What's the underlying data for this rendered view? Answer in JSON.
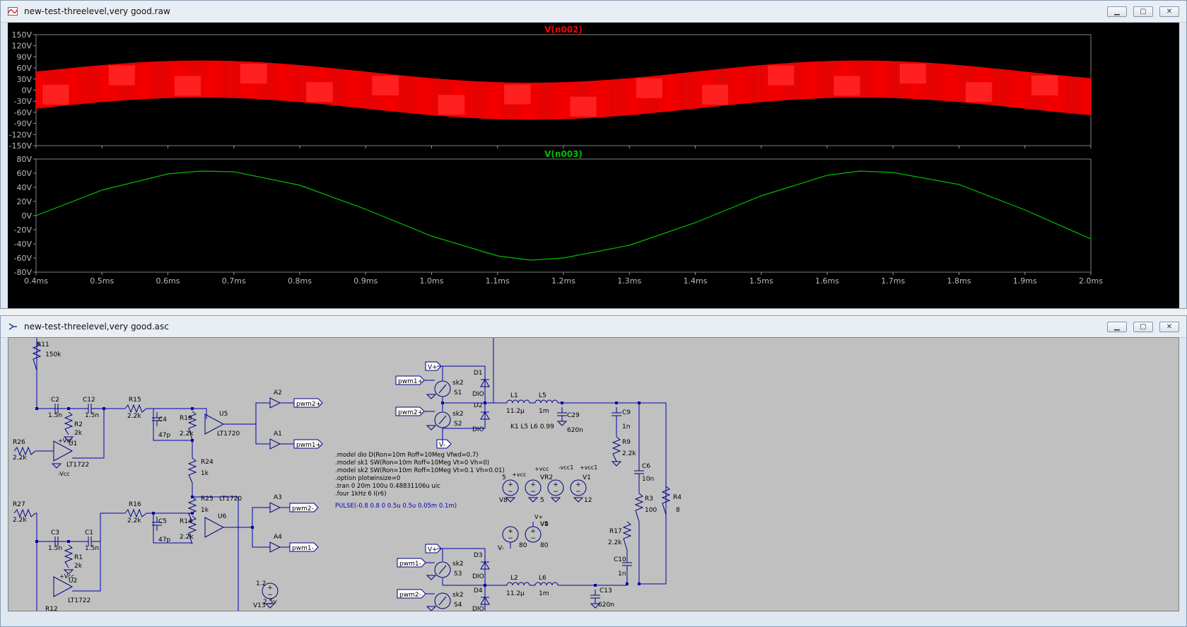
{
  "plot_window": {
    "title": "new-test-threelevel,very good.raw",
    "controls": [
      "minimize-icon",
      "maximize-icon",
      "close-icon"
    ],
    "panes": [
      {
        "trace_name": "V(n002)",
        "color": "#ff0000",
        "y_ticks": [
          "150V",
          "120V",
          "90V",
          "60V",
          "30V",
          "0V",
          "-30V",
          "-60V",
          "-90V",
          "-120V",
          "-150V"
        ]
      },
      {
        "trace_name": "V(n003)",
        "color": "#00c000",
        "y_ticks": [
          "80V",
          "60V",
          "40V",
          "20V",
          "0V",
          "-20V",
          "-40V",
          "-60V",
          "-80V"
        ]
      }
    ],
    "x_ticks": [
      "0.4ms",
      "0.5ms",
      "0.6ms",
      "0.7ms",
      "0.8ms",
      "0.9ms",
      "1.0ms",
      "1.1ms",
      "1.2ms",
      "1.3ms",
      "1.4ms",
      "1.5ms",
      "1.6ms",
      "1.7ms",
      "1.8ms",
      "1.9ms",
      "2.0ms"
    ]
  },
  "chart_data": [
    {
      "type": "line",
      "title": "V(n002)",
      "xlabel": "",
      "ylabel": "",
      "xlim": [
        0.4,
        2.0
      ],
      "ylim": [
        -150,
        150
      ],
      "series": [
        {
          "name": "V(n002)",
          "note": "three-level PWM switching between envelope bounds",
          "envelope_center_amplitude": 30,
          "envelope_half_width": 50,
          "period_ms": 1.0
        }
      ]
    },
    {
      "type": "line",
      "title": "V(n003)",
      "xlabel": "",
      "ylabel": "",
      "xlim": [
        0.4,
        2.0
      ],
      "ylim": [
        -80,
        80
      ],
      "series": [
        {
          "name": "V(n003)",
          "x": [
            0.4,
            0.5,
            0.6,
            0.65,
            0.7,
            0.8,
            0.9,
            1.0,
            1.1,
            1.15,
            1.2,
            1.3,
            1.4,
            1.5,
            1.6,
            1.65,
            1.7,
            1.8,
            1.9,
            2.0
          ],
          "y": [
            0,
            36,
            59,
            63,
            62,
            43,
            9,
            -29,
            -57,
            -63,
            -60,
            -42,
            -10,
            28,
            57,
            63,
            61,
            44,
            8,
            -33
          ]
        }
      ]
    }
  ],
  "schematic_window": {
    "title": "new-test-threelevel,very good.asc",
    "controls": [
      "minimize-icon",
      "maximize-icon",
      "close-icon"
    ],
    "labels": {
      "r11": "R11",
      "r11v": "150k",
      "c2": "C2",
      "c2v": "1.5n",
      "c12": "C12",
      "c12v": "1.5n",
      "r15": "R15",
      "r15v": "2.2k",
      "c4": "C4",
      "c4v": "47p",
      "r10": "R10",
      "r10v": "2.2k",
      "u5": "U5",
      "u5t": "LT1720",
      "a2": "A2",
      "a1": "A1",
      "pwm2p": "pwm2+",
      "pwm1p": "pwm1+",
      "r2": "R2",
      "r2v": "2k",
      "u1": "U1",
      "u1t": "LT1722",
      "r26": "R26",
      "r26v": "2.2k",
      "r24": "R24",
      "r24v": "1k",
      "r25": "R25",
      "r25v": "1k",
      "r16": "R16",
      "r16v": "2.2k",
      "c5": "C5",
      "c5v": "47p",
      "r14": "R14",
      "r14v": "2.2k",
      "u6": "U6",
      "u6t": "LT1720",
      "a3": "A3",
      "a4": "A4",
      "pwm2m": "pwm2-",
      "pwm1m": "pwm1-",
      "r27": "R27",
      "r27v": "2.2k",
      "c3": "C3",
      "c3v": "1.5n",
      "c1": "C1",
      "c1v": "1.5n",
      "r1": "R1",
      "r1v": "2k",
      "u2": "U2",
      "u2t": "LT1722",
      "r12": "R12",
      "vcc": "+Vcc",
      "nvcc": "-Vcc",
      "v13": "V13",
      "v13a": "1.2",
      "v13b": "2.5v",
      "vplus": "V+",
      "vminus": "V-",
      "sk2": "sk2",
      "s1": "S1",
      "s2": "S2",
      "s3": "S3",
      "s4": "S4",
      "d1": "D1",
      "d2": "D2",
      "d3": "D3",
      "d4": "D4",
      "dio": "DIO",
      "l1": "L1",
      "l1v": "11.2µ",
      "l5": "L5",
      "l5v": "1m",
      "l2": "L2",
      "l2v": "11.2µ",
      "l6": "L6",
      "l6v": "1m",
      "c29": "C29",
      "c29v": "620n",
      "c13": "C13",
      "c13v": "620n",
      "k1": "K1  L5  L6  0.99",
      "c9": "C9",
      "c9v": "1n",
      "r9": "R9",
      "r9v": "2.2k",
      "c6": "C6",
      "c6v": "10n",
      "r3": "R3",
      "r3v": "100",
      "r4": "R4",
      "r4v": "8",
      "r17": "R17",
      "r17v": "2.2k",
      "c10": "C10",
      "c10v": "1n",
      "v8": "V8",
      "v8v": "5",
      "v2": "V2",
      "v2v": "5",
      "v1": "V1",
      "v1v": "12",
      "vcc1": "-vcc1",
      "pvcc1": "+vcc1",
      "pvcc": "+vcc",
      "nvcc2": "-vcc",
      "v5": "V5",
      "v5v": "80",
      "v4": "V4",
      "v4v": "80",
      "vr2": "VR2"
    },
    "spice": [
      ".model dio D(Ron=10m Roff=10Meg Vfwd=0.7)",
      ".model sk1 SW(Ron=10m Roff=10Meg Vt=0 Vh=0)",
      ".model sk2 SW(Ron=10m Roff=10Meg Vt=0.1 Vh=0.01)",
      ".option plotwinsize=0",
      ".tran 0 20m 100u 0.48831106u uic",
      ".four 1kHz 6  I(r6)"
    ],
    "pulse": "PULSE(-0.8 0.8 0 0.5u 0.5u 0.05m 0.1m)"
  }
}
